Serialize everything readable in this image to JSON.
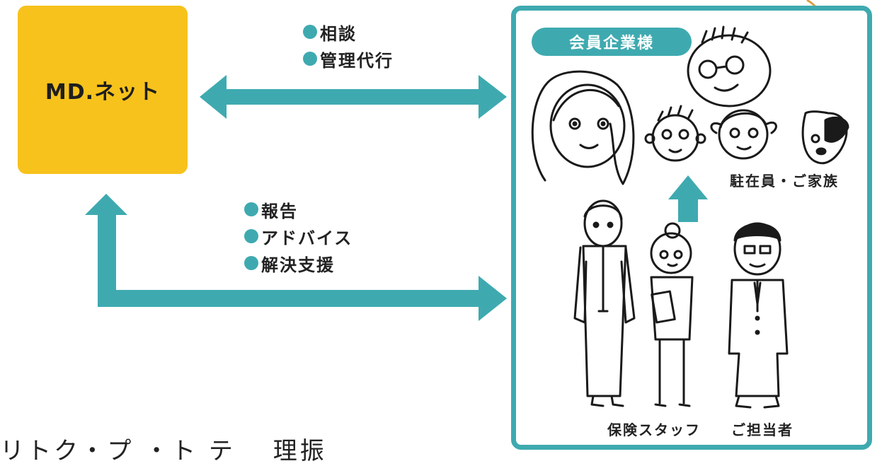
{
  "md": {
    "label": "MD.ネット"
  },
  "member": {
    "label": "会員企業様"
  },
  "top_items": [
    "相談",
    "管理代行"
  ],
  "bottom_items": [
    "報告",
    "アドバイス",
    "解決支援"
  ],
  "captions": {
    "family": "駐在員・ご家族",
    "staff": "保険スタッフ",
    "tanto": "ご担当者"
  },
  "bottom_partial": "リトク・プ ・ト テ 　理振",
  "colors": {
    "teal": "#3eaab0",
    "yellow": "#f7c21c"
  }
}
